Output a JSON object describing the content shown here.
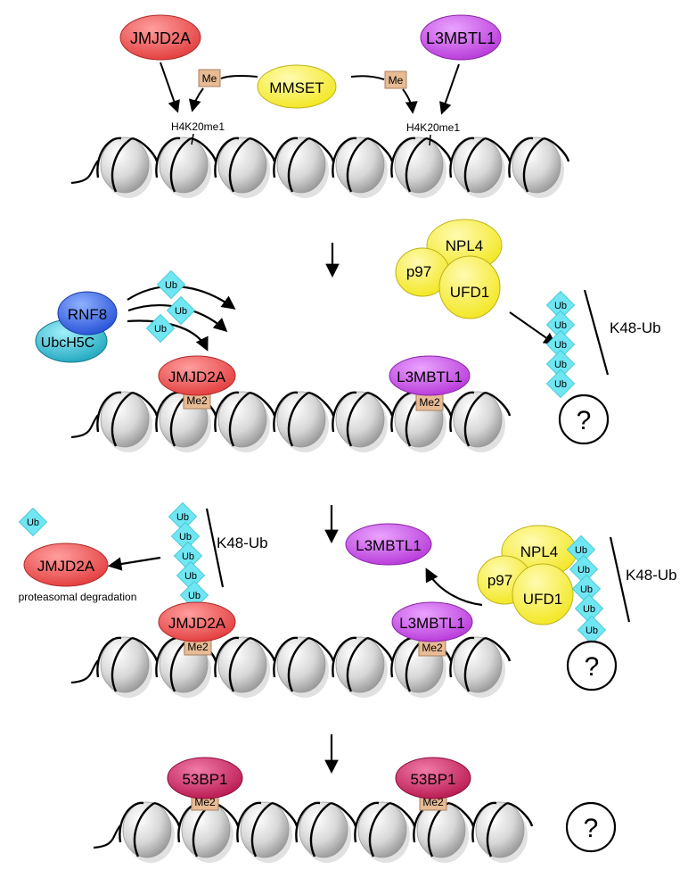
{
  "colors": {
    "jmjd2a": "#ee4e4e",
    "l3mbtl1": "#c34be0",
    "mmset": "#f6f03b",
    "p97_complex": "#f7ef5c",
    "rnf8": "#2f5ce0",
    "ubch5c": "#25b3c9",
    "ubiquitin": "#6fe6f2",
    "methyl_box": "#e7bb94",
    "bp53": "#c91d5b",
    "nucleosome": "#dcdcdc"
  },
  "panel1": {
    "jmjd2a": "JMJD2A",
    "l3mbtl1": "L3MBTL1",
    "mmset": "MMSET",
    "me_left": "Me",
    "me_right": "Me",
    "h4k20_left": "H4K20me1",
    "h4k20_right": "H4K20me1"
  },
  "panel2": {
    "rnf8": "RNF8",
    "ubch5c": "UbcH5C",
    "ub_tags": [
      "Ub",
      "Ub",
      "Ub"
    ],
    "jmjd2a": "JMJD2A",
    "jmjd2a_me2": "Me2",
    "l3mbtl1": "L3MBTL1",
    "l3mbtl1_me2": "Me2",
    "npl4": "NPL4",
    "p97": "p97",
    "ufd1": "UFD1",
    "ub_chain": [
      "Ub",
      "Ub",
      "Ub",
      "Ub",
      "Ub"
    ],
    "k48": "K48-Ub",
    "unknown": "?"
  },
  "panel3": {
    "free_ub": "Ub",
    "jmjd2a_free": "JMJD2A",
    "degradation": "proteasomal degradation",
    "ub_chain_left": [
      "Ub",
      "Ub",
      "Ub",
      "Ub",
      "Ub"
    ],
    "k48_left": "K48-Ub",
    "jmjd2a": "JMJD2A",
    "jmjd2a_me2": "Me2",
    "l3mbtl1_free": "L3MBTL1",
    "l3mbtl1": "L3MBTL1",
    "l3mbtl1_me2": "Me2",
    "npl4": "NPL4",
    "p97": "p97",
    "ufd1": "UFD1",
    "ub_chain_right": [
      "Ub",
      "Ub",
      "Ub",
      "Ub",
      "Ub"
    ],
    "k48_right": "K48-Ub",
    "unknown": "?"
  },
  "panel4": {
    "bp53_left": "53BP1",
    "me2_left": "Me2",
    "bp53_right": "53BP1",
    "me2_right": "Me2",
    "unknown": "?"
  }
}
